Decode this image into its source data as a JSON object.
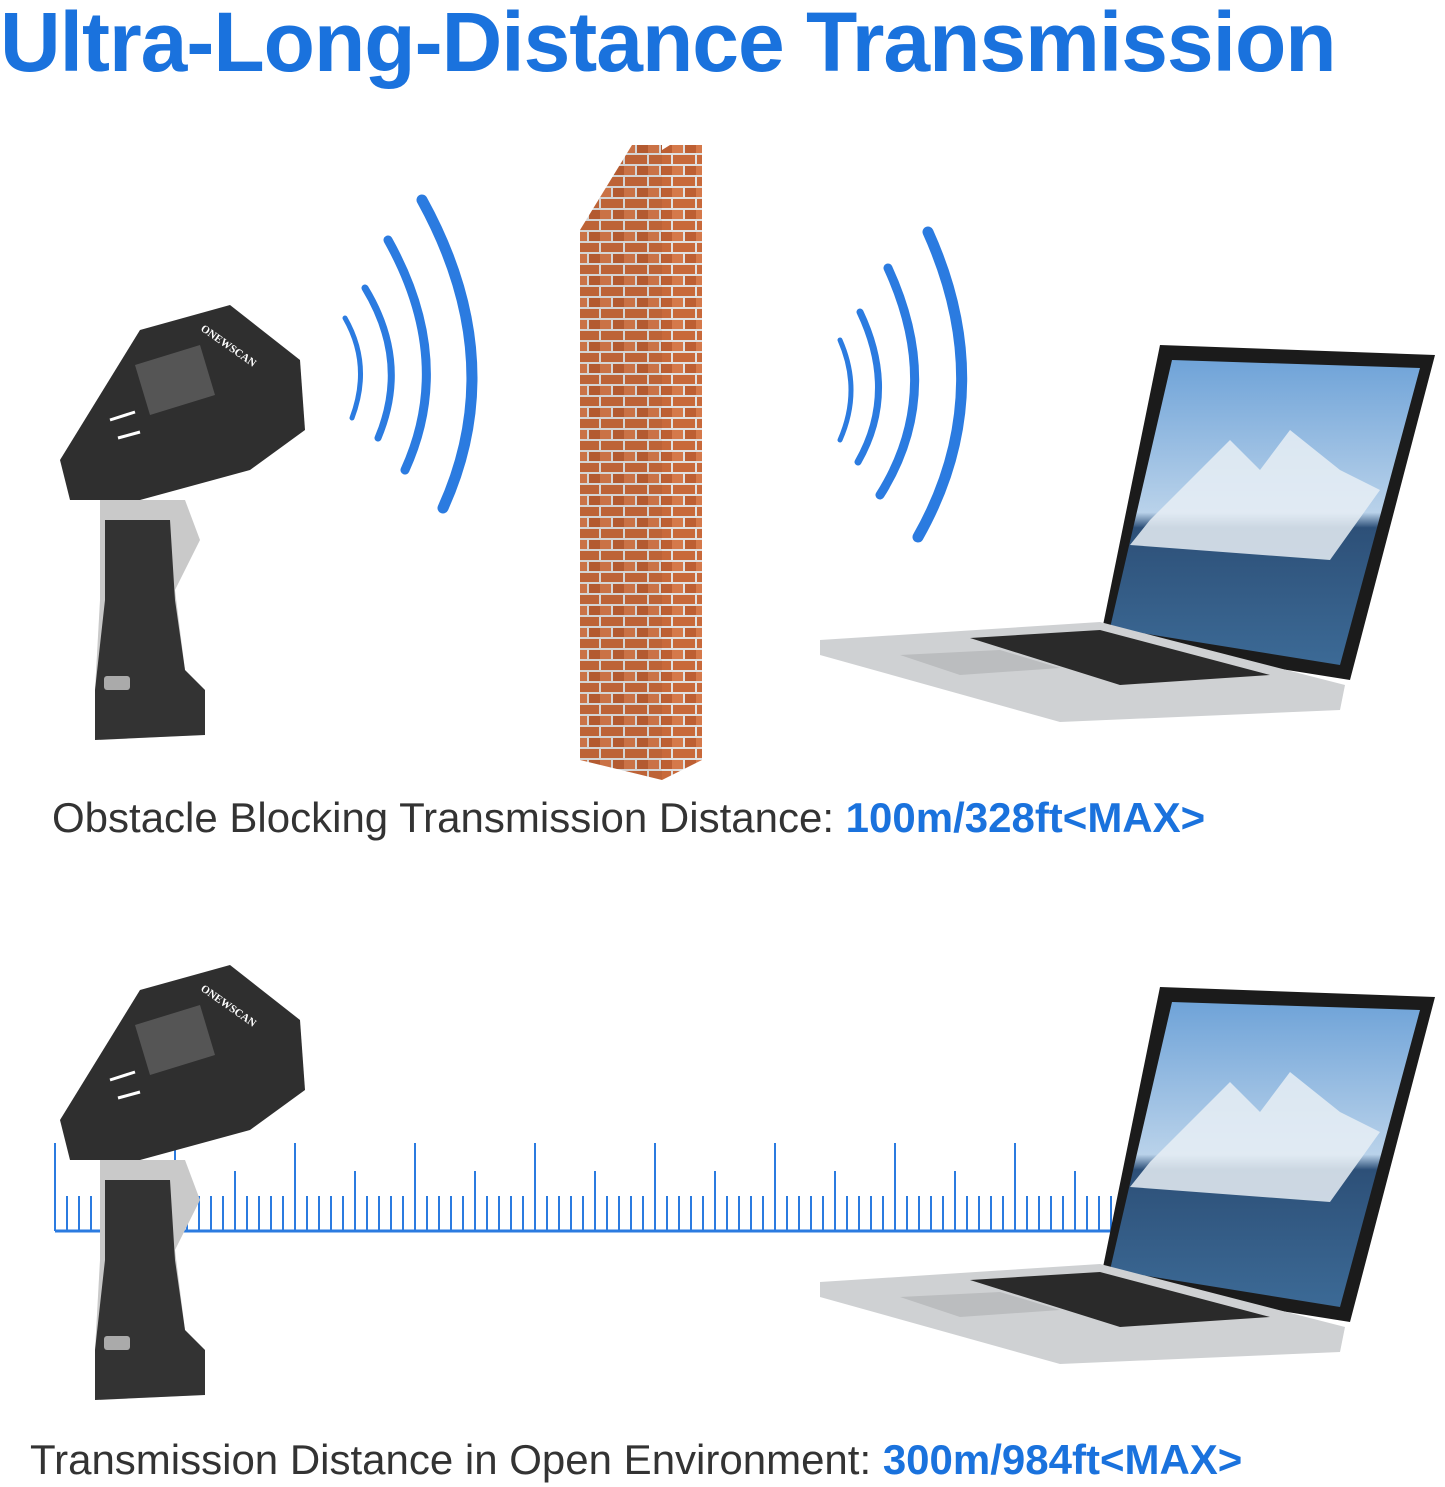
{
  "title": "Ultra-Long-Distance Transmission",
  "brand_logo": "ONEWSCAN",
  "colors": {
    "accent": "#1a72dd",
    "text": "#333333",
    "brick": "#c8693a"
  },
  "scenes": [
    {
      "caption_label": "Obstacle Blocking Transmission Distance:",
      "caption_value": "100m/328ft<MAX>",
      "icons": [
        "barcode-scanner",
        "wifi-waves",
        "brick-wall",
        "laptop"
      ]
    },
    {
      "caption_label": "Transmission Distance in Open Environment:",
      "caption_value": "300m/984ft<MAX>",
      "icons": [
        "barcode-scanner",
        "ruler-scale",
        "laptop"
      ]
    }
  ]
}
